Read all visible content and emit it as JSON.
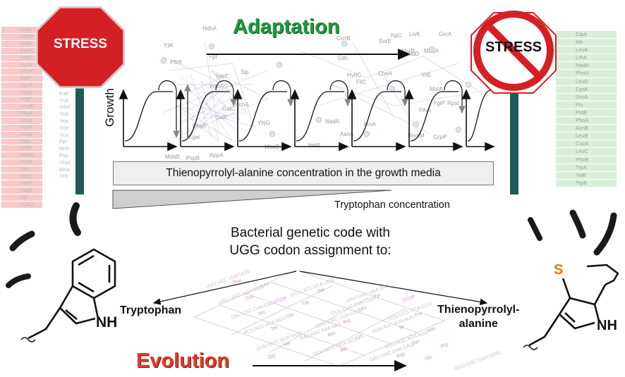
{
  "titles": {
    "adaptation": "Adaptation",
    "evolution": "Evolution"
  },
  "signs": {
    "stress_left": "STRESS",
    "stress_right": "STRESS"
  },
  "labels": {
    "growth": "Growth",
    "media_box": "Thienopyrrolyl-alanine concentration in the growth media",
    "tryptophan_concentration": "Tryptophan concentration",
    "caption_line1": "Bacterial genetic code with",
    "caption_line2": "UGG codon assignment to:",
    "tryptophan": "Tryptophan",
    "thieno_line1": "Thienopyrrolyl-",
    "thieno_line2": "alanine",
    "nh_left": "NH",
    "nh_right": "NH",
    "sulfur": "S"
  },
  "left_proteins": [
    "GalE",
    "GadB",
    "MdtE",
    "GadC",
    "GalK",
    "YgiW",
    "OsmC",
    "GalT",
    "YghA",
    "AppA",
    "YegP",
    "YmdF",
    "DkgA",
    "GrxB",
    "HchA",
    "PoxB",
    "TalA",
    "MdtF",
    "MdaB",
    "YbhB",
    "YjiK",
    "YjbQ",
    "YohF",
    "DkgB",
    "Slp",
    "YgaU"
  ],
  "mid_proteins": [
    "Yce",
    "Katl",
    "Ynil",
    "Ydal",
    "Yed",
    "Yea",
    "Yde",
    "Yca",
    "Fpr",
    "Wrb",
    "Psp",
    "Yhjd",
    "Moa",
    "Yeb"
  ],
  "right_proteins": [
    "ClpA",
    "Mtr",
    "LeuA",
    "LrhA",
    "NadA",
    "PhoU",
    "LeuD",
    "CysK",
    "GrcA",
    "Flu",
    "PstB",
    "PhoA",
    "AcnB",
    "LeuB",
    "CspA",
    "LeuC",
    "PhoB",
    "TrpA",
    "YaiE",
    "TrpB"
  ],
  "network_labels": [
    "YjiK",
    "PfkB",
    "HdhA",
    "Fpr",
    "YebT",
    "WrbA",
    "HchA",
    "Slp",
    "GalK",
    "GalC",
    "DkgB",
    "Ygai",
    "MdaB",
    "PspB",
    "AppA",
    "YhjG",
    "MoaB",
    "YebE",
    "CcnB",
    "Gdh",
    "SurE",
    "YqiC",
    "LivK",
    "GrcA",
    "MsrB",
    "YodD",
    "ModA",
    "HybC",
    "FliC",
    "YifE",
    "CheA",
    "Csp",
    "MotA",
    "FlhA",
    "Rpsl",
    "NadA",
    "AsnA",
    "AroA",
    "RnmM",
    "CcpP",
    "YgiP"
  ],
  "codon_grid": [
    "UUU UUC UUA UUG",
    "Phe",
    "Leu",
    "UCU UCC UCA UCG",
    "Ser",
    "UAU UAC UAA UAG",
    "Tyr",
    "STOP",
    "UGU UGC UGA UGG",
    "Cys",
    "STOP",
    "Trp",
    "CUU CUC CUA CUG",
    "Leu",
    "CCU CCC CCA CCG",
    "Pro",
    "CAU CAC CAA CAG",
    "His",
    "Gln",
    "CGU CGC CGA CGG",
    "Arg",
    "AUU AUC AUA AUG",
    "Ile",
    "Met",
    "ACU ACC ACA ACG",
    "Thr",
    "AAU AAC AAA AAG",
    "Asn",
    "Lys",
    "AGU AGC AGA AGG",
    "Ser",
    "Arg",
    "GUU GUC GUA GUG",
    "Val",
    "GCU GCC GCA GCG",
    "Ala",
    "GAU GAC GAA GAG",
    "Asp",
    "Glu",
    "GGU GGC GGA GGG",
    "Gly"
  ],
  "colors": {
    "adaptation": "#1e9a3c",
    "evolution": "#e23b2a",
    "stop_sign": "#d42025",
    "pole": "#1f5a57",
    "sulfur": "#e07a10"
  }
}
